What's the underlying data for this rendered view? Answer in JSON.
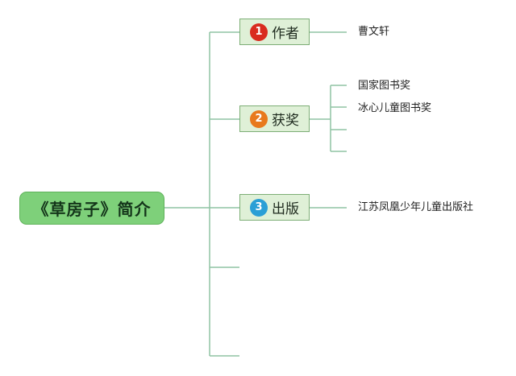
{
  "center": {
    "label": "《草房子》简介"
  },
  "topics": [
    {
      "number": "1",
      "label": "作者",
      "badge_color": "#d92b1f",
      "leaves": [
        "曹文轩"
      ]
    },
    {
      "number": "2",
      "label": "获奖",
      "badge_color": "#e8791c",
      "leaves": [
        "国家图书奖",
        "冰心儿童图书奖"
      ]
    },
    {
      "number": "3",
      "label": "出版",
      "badge_color": "#2a9fd6",
      "leaves": [
        "江苏凤凰少年儿童出版社"
      ]
    }
  ],
  "colors": {
    "connector": "#8fc3a3",
    "central_fill": "#7ed07a",
    "topic_fill": "#dff0d7"
  }
}
